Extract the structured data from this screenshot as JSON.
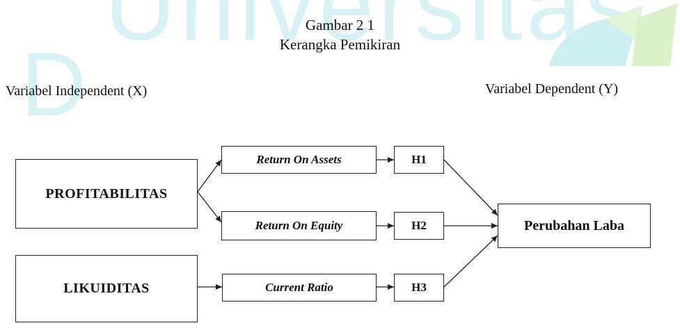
{
  "watermark": {
    "text": "Universitas",
    "letter": "D",
    "color": "#d8f1f4"
  },
  "caption": {
    "number": "Gambar 2 1",
    "title": "Kerangka Pemikiran"
  },
  "labels": {
    "independent": "Variabel Independent (X)",
    "dependent": "Variabel Dependent (Y)"
  },
  "nodes": {
    "profitabilitas": "PROFITABILITAS",
    "likuiditas": "LIKUIDITAS",
    "roa": "Return On Assets",
    "roe": "Return On Equity",
    "cr": "Current Ratio",
    "h1": "H1",
    "h2": "H2",
    "h3": "H3",
    "perubahan_laba": "Perubahan Laba"
  },
  "edges": [
    [
      "profitabilitas",
      "roa"
    ],
    [
      "profitabilitas",
      "roe"
    ],
    [
      "likuiditas",
      "cr"
    ],
    [
      "roa",
      "h1"
    ],
    [
      "roe",
      "h2"
    ],
    [
      "cr",
      "h3"
    ],
    [
      "h1",
      "perubahan_laba"
    ],
    [
      "h2",
      "perubahan_laba"
    ],
    [
      "h3",
      "perubahan_laba"
    ]
  ],
  "colors": {
    "line": "#222222",
    "text": "#111111"
  }
}
